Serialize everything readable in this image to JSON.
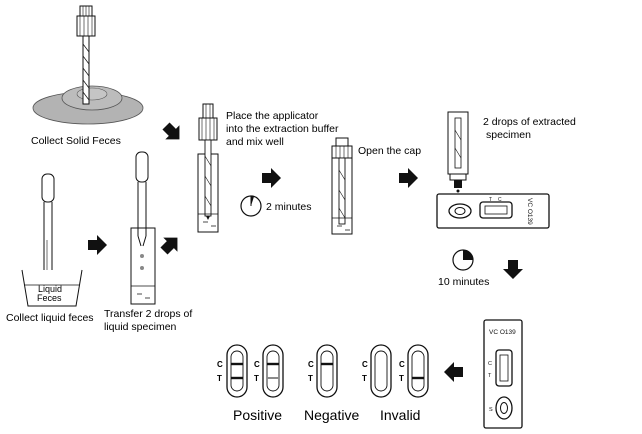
{
  "steps": {
    "collect_solid": "Collect Solid Feces",
    "collect_liquid": "Collect liquid feces",
    "liquid_feces_line1": "Liquid",
    "liquid_feces_line2": "Feces",
    "transfer_line1": "Transfer 2 drops of",
    "transfer_line2": "liquid specimen",
    "place_line1": "Place the applicator",
    "place_line2": "into the extraction buffer",
    "place_line3": "and mix well",
    "timer_2min": "2 minutes",
    "open_cap": "Open the cap",
    "drops_line1": "2 drops of extracted",
    "drops_line2": "specimen",
    "timer_10min": "10 minutes"
  },
  "cassette": {
    "label": "VC O139",
    "line_c": "C",
    "line_t": "T",
    "well": "S"
  },
  "results": {
    "positive": "Positive",
    "negative": "Negative",
    "invalid": "Invalid",
    "c": "C",
    "t": "T"
  },
  "colors": {
    "ink": "#111111",
    "mat": "#b5b5b5",
    "mat_dark": "#8e8e8e",
    "line": "#222222",
    "faint_line": "#8a8a8a"
  },
  "icons": [
    "arrow-icon",
    "timer-icon"
  ]
}
